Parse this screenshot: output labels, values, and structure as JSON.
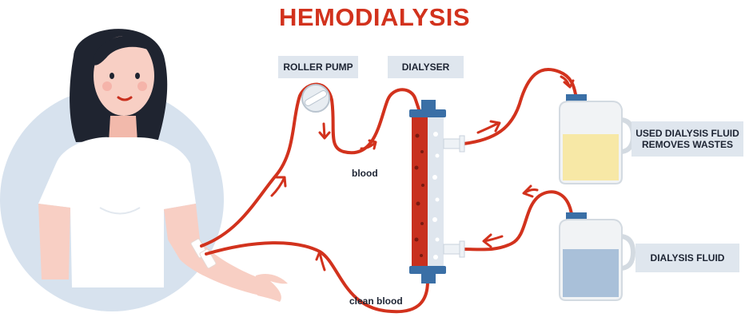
{
  "title": "HEMODIALYSIS",
  "labels": {
    "roller_pump": "ROLLER PUMP",
    "dialyser": "DIALYSER",
    "used_fluid_line1": "USED DIALYSIS FLUID",
    "used_fluid_line2": "REMOVES WASTES",
    "dialysis_fluid": "DIALYSIS FLUID",
    "blood": "blood",
    "clean_blood": "clean blood"
  },
  "colors": {
    "title": "#d2321d",
    "tube": "#d2321d",
    "label_bg": "#dfe6ee",
    "circle_bg": "#d7e2ee",
    "hair": "#1f2430",
    "skin": "#f8cfc4",
    "shirt": "#ffffff",
    "dialyser_blue": "#3a6fa6",
    "blood_fill": "#c8301e",
    "used_fluid": "#f7e8a6",
    "fresh_fluid": "#a9c0d9",
    "container": "#f1f3f5"
  },
  "icons": [
    "person",
    "roller-pump",
    "dialyser-filter",
    "used-fluid-container",
    "fresh-fluid-container",
    "flow-arrow"
  ]
}
